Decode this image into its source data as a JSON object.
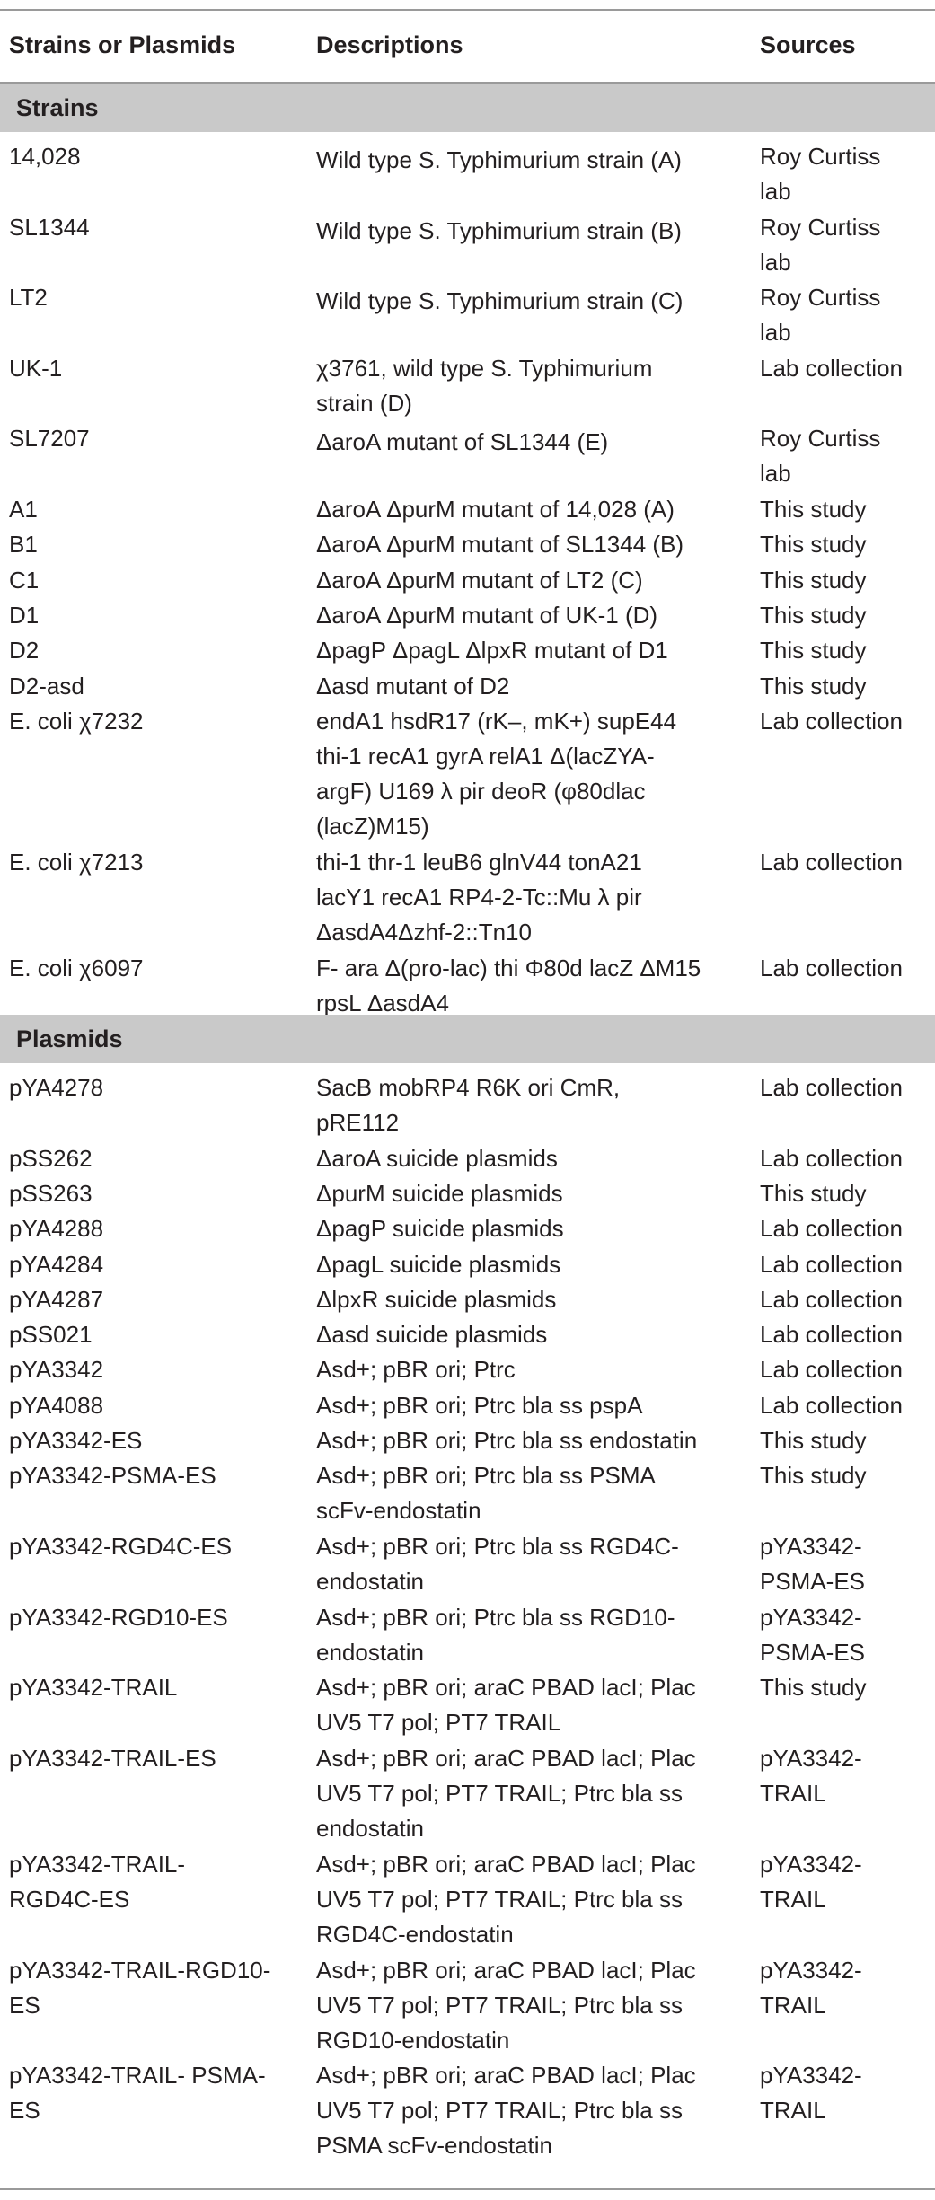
{
  "columns": [
    "Strains or Plasmids",
    "Descriptions",
    "Sources"
  ],
  "sections": [
    {
      "label": "Strains",
      "rows": [
        {
          "name": "14,028",
          "description": "Wild type S. Typhimurium strain (A)",
          "source": "Roy Curtiss\nlab"
        },
        {
          "name": "SL1344",
          "description": "Wild type S. Typhimurium strain (B)",
          "source": "Roy Curtiss\nlab"
        },
        {
          "name": "LT2",
          "description": "Wild type S. Typhimurium strain (C)",
          "source": "Roy Curtiss\nlab"
        },
        {
          "name": "UK-1",
          "description": "χ3761, wild type S. Typhimurium\nstrain (D)",
          "source": "Lab collection"
        },
        {
          "name": "SL7207",
          "description": "ΔaroA mutant of SL1344 (E)",
          "source": "Roy Curtiss\nlab"
        },
        {
          "name": "A1",
          "description": "ΔaroA ΔpurM mutant of 14,028 (A)",
          "source": "This study"
        },
        {
          "name": "B1",
          "description": "ΔaroA ΔpurM mutant of SL1344 (B)",
          "source": "This study"
        },
        {
          "name": "C1",
          "description": "ΔaroA ΔpurM mutant of LT2 (C)",
          "source": "This study"
        },
        {
          "name": "D1",
          "description": "ΔaroA ΔpurM mutant of UK-1 (D)",
          "source": "This study"
        },
        {
          "name": "D2",
          "description": "ΔpagP ΔpagL ΔlpxR mutant of D1",
          "source": "This study"
        },
        {
          "name": "D2-asd",
          "description": "Δasd mutant of D2",
          "source": "This study"
        },
        {
          "name": "E. coli χ7232",
          "description": "endA1 hsdR17 (rK–, mK+) supE44\nthi-1 recA1 gyrA relA1 Δ(lacZYA-\nargF) U169 λ pir deoR (φ80dlac\n(lacZ)M15)",
          "source": "Lab collection"
        },
        {
          "name": "E. coli χ7213",
          "description": "thi-1 thr-1 leuB6 glnV44 tonA21\nlacY1 recA1 RP4-2-Tc::Mu λ pir\nΔasdA4Δzhf-2::Tn10",
          "source": "Lab collection"
        },
        {
          "name": "E. coli χ6097",
          "description": "F- ara Δ(pro-lac) thi Φ80d lacZ ΔM15\nrpsL ΔasdA4",
          "source": "Lab collection"
        }
      ]
    },
    {
      "label": "Plasmids",
      "rows": [
        {
          "name": "pYA4278",
          "description": "SacB mobRP4 R6K ori CmR,\npRE112",
          "source": "Lab collection"
        },
        {
          "name": "pSS262",
          "description": "ΔaroA suicide plasmids",
          "source": "Lab collection"
        },
        {
          "name": "pSS263",
          "description": "ΔpurM suicide plasmids",
          "source": "This study"
        },
        {
          "name": "pYA4288",
          "description": "ΔpagP suicide plasmids",
          "source": "Lab collection"
        },
        {
          "name": "pYA4284",
          "description": "ΔpagL suicide plasmids",
          "source": "Lab collection"
        },
        {
          "name": "pYA4287",
          "description": "ΔlpxR suicide plasmids",
          "source": "Lab collection"
        },
        {
          "name": "pSS021",
          "description": "Δasd suicide plasmids",
          "source": "Lab collection"
        },
        {
          "name": "pYA3342",
          "description": "Asd+; pBR ori; Ptrc",
          "source": "Lab collection"
        },
        {
          "name": "pYA4088",
          "description": "Asd+; pBR ori; Ptrc bla ss pspA",
          "source": "Lab collection"
        },
        {
          "name": "pYA3342-ES",
          "description": "Asd+; pBR ori; Ptrc bla ss endostatin",
          "source": "This study"
        },
        {
          "name": "pYA3342-PSMA-ES",
          "description": "Asd+; pBR ori; Ptrc bla ss PSMA\nscFv-endostatin",
          "source": "This study"
        },
        {
          "name": "pYA3342-RGD4C-ES",
          "description": "Asd+; pBR ori; Ptrc bla ss RGD4C-\nendostatin",
          "source": "pYA3342-\nPSMA-ES"
        },
        {
          "name": "pYA3342-RGD10-ES",
          "description": "Asd+; pBR ori; Ptrc bla ss RGD10-\nendostatin",
          "source": "pYA3342-\nPSMA-ES"
        },
        {
          "name": "pYA3342-TRAIL",
          "description": "Asd+; pBR ori; araC PBAD lacI; Plac\nUV5 T7 pol; PT7 TRAIL",
          "source": "This study"
        },
        {
          "name": "pYA3342-TRAIL-ES",
          "description": "Asd+; pBR ori; araC PBAD lacI; Plac\nUV5 T7 pol; PT7 TRAIL; Ptrc bla ss\nendostatin",
          "source": "pYA3342-\nTRAIL"
        },
        {
          "name": "pYA3342-TRAIL-\nRGD4C-ES",
          "description": "Asd+; pBR ori; araC PBAD lacI; Plac\nUV5 T7 pol; PT7 TRAIL; Ptrc bla ss\nRGD4C-endostatin",
          "source": "pYA3342-\nTRAIL"
        },
        {
          "name": "pYA3342-TRAIL-RGD10-\nES",
          "description": "Asd+; pBR ori; araC PBAD lacI; Plac\nUV5 T7 pol; PT7 TRAIL; Ptrc bla ss\nRGD10-endostatin",
          "source": "pYA3342-\nTRAIL"
        },
        {
          "name": "pYA3342-TRAIL- PSMA-\nES",
          "description": "Asd+; pBR ori; araC PBAD lacI; Plac\nUV5 T7 pol; PT7 TRAIL; Ptrc bla ss\nPSMA scFv-endostatin",
          "source": "pYA3342-\nTRAIL"
        }
      ]
    }
  ]
}
